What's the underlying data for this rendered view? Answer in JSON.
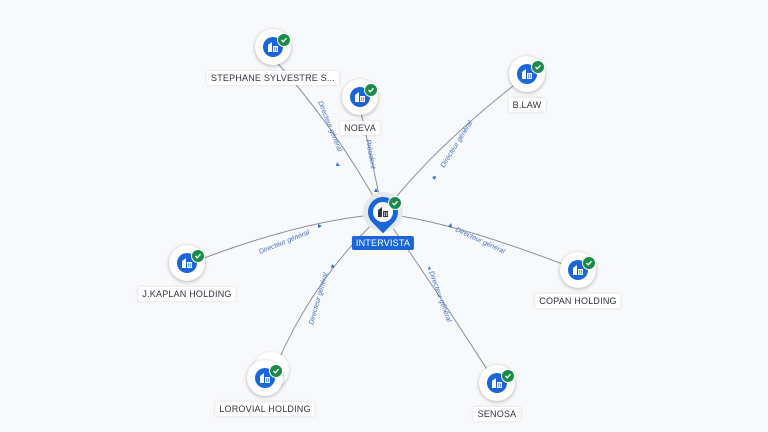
{
  "center": {
    "label": "INTERVISTA",
    "icon": "building-icon",
    "status_icon": "verified-check-icon"
  },
  "nodes": [
    {
      "key": "stephane",
      "label": "STEPHANE SYLVESTRE S...",
      "icon": "building-icon",
      "status_icon": "verified-check-icon",
      "edge_label": "Directeur général"
    },
    {
      "key": "noeva",
      "label": "NOEVA",
      "icon": "building-icon",
      "status_icon": "verified-check-icon",
      "edge_label": "Président"
    },
    {
      "key": "blaw",
      "label": "B.LAW",
      "icon": "building-icon",
      "status_icon": "verified-check-icon",
      "edge_label": "Directeur général"
    },
    {
      "key": "copan",
      "label": "COPAN HOLDING",
      "icon": "building-icon",
      "status_icon": "verified-check-icon",
      "edge_label": "Directeur général"
    },
    {
      "key": "senosa",
      "label": "SENOSA",
      "icon": "building-icon",
      "status_icon": "verified-check-icon",
      "edge_label": "Directeur général"
    },
    {
      "key": "lorovial",
      "label": "LOROVIAL HOLDING",
      "icon": "building-icon",
      "status_icon": "verified-check-icon",
      "edge_label": "Directeur général"
    },
    {
      "key": "jkaplan",
      "label": "J.KAPLAN HOLDING",
      "icon": "building-icon",
      "status_icon": "verified-check-icon",
      "edge_label": "Directeur général"
    }
  ],
  "colors": {
    "accent": "#1a66d9",
    "verified": "#1c8a4a",
    "edge": "#8a909c",
    "edge_label": "#4472c4",
    "background": "#f8f9fb"
  }
}
